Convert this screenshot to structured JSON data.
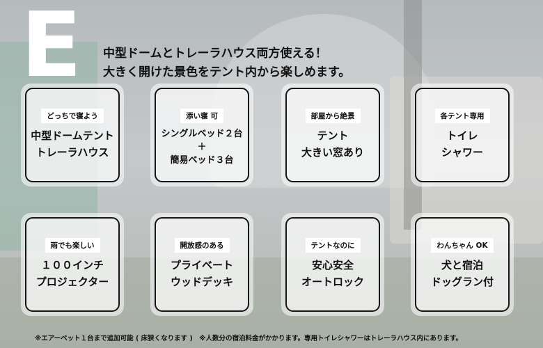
{
  "big_letter": "E",
  "headline": [
    "中型ドームとトレーラハウス両方使える！",
    "大きく開けた景色をテント内から楽しめます。"
  ],
  "cards": [
    {
      "tag": "どっちで寝よう",
      "lines": [
        "中型ドームテント",
        "トレーラハウス",
        ""
      ]
    },
    {
      "tag": "添い寝 可",
      "lines": [
        "シングルベッド２台",
        "＋",
        "簡易ベッド３台"
      ]
    },
    {
      "tag": "部屋から絶景",
      "lines": [
        "テント",
        "大きい窓あり",
        ""
      ]
    },
    {
      "tag": "各テント専用",
      "lines": [
        "トイレ",
        "シャワー",
        ""
      ]
    },
    {
      "tag": "雨でも楽しい",
      "lines": [
        "１００インチ",
        "プロジェクター",
        ""
      ]
    },
    {
      "tag": "開放感のある",
      "lines": [
        "プライベート",
        "ウッドデッキ",
        ""
      ]
    },
    {
      "tag": "テントなのに",
      "lines": [
        "安心安全",
        "オートロック",
        ""
      ]
    },
    {
      "tag": "わんちゃん OK",
      "lines": [
        "犬と宿泊",
        "ドッグラン付",
        ""
      ]
    }
  ],
  "footnote": "※エアーベット１台まで追加可能 ( 床狭くなります )　※人数分の宿泊料金がかかります。専用トイレシャワーはトレーラハウス内にあります。"
}
